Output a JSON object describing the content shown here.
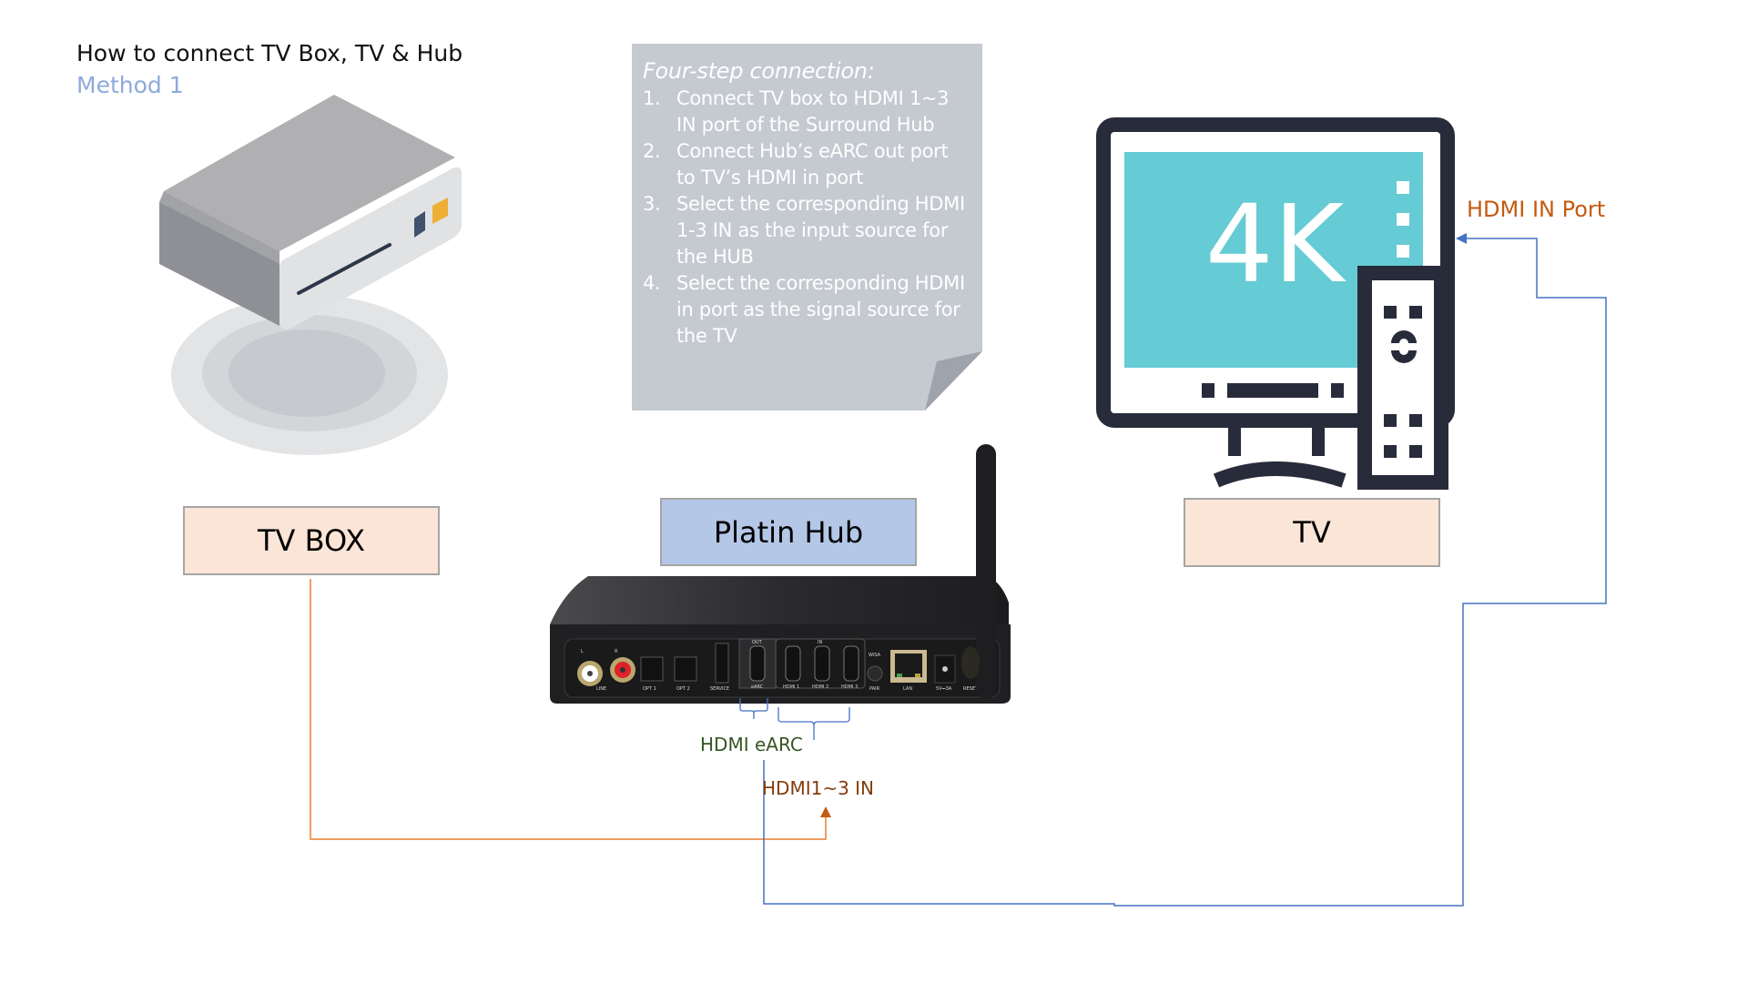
{
  "header": {
    "title": "How to connect TV Box, TV & Hub",
    "subtitle": "Method 1"
  },
  "note": {
    "heading": "Four-step connection:",
    "steps": [
      {
        "num": "1.",
        "text": "Connect TV box to HDMI 1~3 IN port of the Surround Hub"
      },
      {
        "num": "2.",
        "text": "Connect Hub’s eARC out port to TV’s HDMI in port"
      },
      {
        "num": "3.",
        "text": "Select the corresponding HDMI 1-3 IN as the input source for the HUB"
      },
      {
        "num": "4.",
        "text": "Select the corresponding HDMI in port as the signal source for the TV"
      }
    ]
  },
  "devices": {
    "tvbox": {
      "label": "TV BOX",
      "icon": "set-top-box-icon"
    },
    "hub": {
      "label": "Platin Hub",
      "icon": "hub-device-icon",
      "ports": {
        "l": "L",
        "r": "R",
        "line": "LINE",
        "opt1": "OPT 1",
        "opt2": "OPT 2",
        "service": "SERVICE",
        "out": "OUT",
        "in": "IN",
        "earc": "eARC",
        "hdmi1": "HDMI 1",
        "hdmi2": "HDMI 2",
        "hdmi3": "HDMI 3",
        "wisa": "WiSA",
        "pair": "PAIR",
        "lan": "LAN",
        "power": "5V⎓3A",
        "reset": "RESET"
      }
    },
    "tv": {
      "label": "TV",
      "icon": "tv-4k-icon",
      "screen_text": "4K"
    }
  },
  "annotations": {
    "hdmi_earc": "HDMI eARC",
    "hdmi_in": "HDMI1~3 IN",
    "tv_hdmi_in": "HDMI IN Port"
  },
  "colors": {
    "tvbox_line": "#ED7D31",
    "arrow_orange": "#C55A11",
    "earc_line": "#4472C4",
    "earc_text": "#375623",
    "hdmi_in_text": "#843C0C",
    "tv_port_text": "#C55A11",
    "subtitle": "#8EA9DB",
    "tv_screen": "#65CBD4",
    "tv_frame": "#272B3A"
  }
}
